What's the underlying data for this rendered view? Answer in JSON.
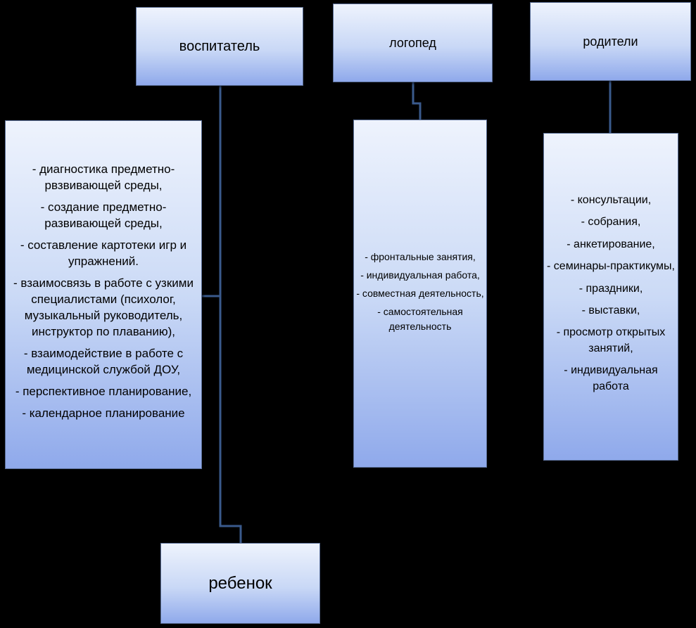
{
  "boxes": {
    "teacher": "воспитатель",
    "speech_therapist": "логопед",
    "parents": "родители",
    "child": "ребенок"
  },
  "lists": {
    "teacher": [
      "- диагностика предметно-рвзвивающей среды,",
      "- создание предметно-развивающей среды,",
      "- составление картотеки игр и упражнений.",
      "- взаимосвязь в работе с узкими специалистами (психолог, музыкальный руководитель, инструктор по плаванию),",
      "- взаимодействие в работе с медицинской службой ДОУ,",
      "- перспективное планирование,",
      "- календарное планирование"
    ],
    "speech_therapist": [
      "- фронтальные занятия,",
      "- индивидуальная работа,",
      "- совместная деятельность,",
      "- самостоятельная деятельность"
    ],
    "parents": [
      "- консультации,",
      "- собрания,",
      "- анкетирование,",
      "- семинары-практикумы,",
      "- праздники,",
      "- выставки,",
      "- просмотр открытых занятий,",
      "- индивидуальная работа"
    ]
  },
  "colors": {
    "background": "#000000",
    "connector": "#3a5a8c"
  }
}
